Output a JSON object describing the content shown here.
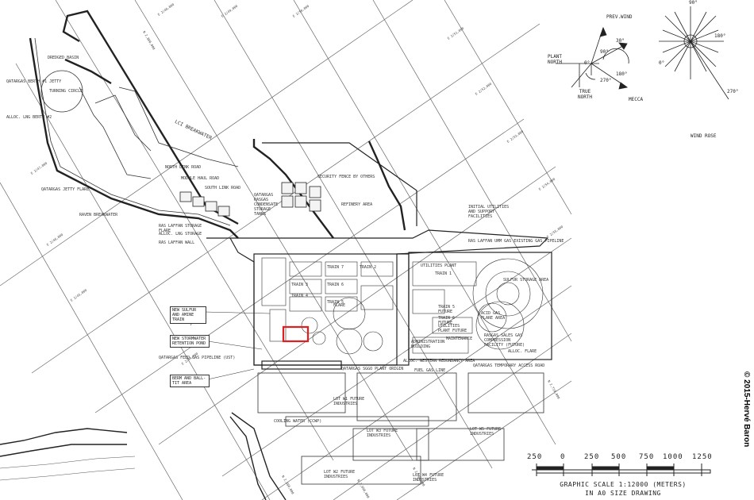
{
  "labels": {
    "breakwater": "LCI BREAKWATER",
    "north_link_road": "NORTH LINK ROAD",
    "south_link_road": "SOUTH LINK ROAD",
    "module_haul_road": "MODULE HAUL ROAD",
    "refinery_area": "REFINERY AREA",
    "security_fence": "SECURITY FENCE BY OTHERS",
    "rasgas_condensate": "QATARGAS RASGAS CONDENSATE STORAGE TANKS",
    "ral_gas_flare": "RAS LAFFAN STORAGE FLARE",
    "alloc_lng_storage": "ALLOC. LNG STORAGE",
    "ras_laffan_wall": "RAS LAFFAN WALL",
    "ras_laffan_pipeline": "RAS LAFFAN UMM GAS EXISTING GAS PIPELINE",
    "jetty_flare": "QATARGAS JETTY FLARE",
    "raven_breakwater": "RAVEN BREAKWATER",
    "berth1": "QATARGAS BERTH #1 JETTY",
    "berth2": "ALLOC. LNG BERTH #2",
    "dredged_basin": "DREDGED BASIN",
    "turning_circle": "TURNING CIRCLE",
    "train1": "TRAIN 1",
    "train2": "TRAIN 2",
    "train3": "TRAIN 3",
    "train4": "TRAIN 4",
    "train5": "TRAIN 5",
    "train6": "TRAIN 6",
    "train7": "TRAIN 7",
    "utilities_plant": "UTILITIES PLANT",
    "utilities_future": "UTILITIES PLANT FUTURE",
    "train5_future": "TRAIN 5 FUTURE",
    "train6_future": "TRAIN 6 FUTURE",
    "maintenance": "MAINTENANCE",
    "administration": "ADMINISTRATION BUILDING",
    "alloc_western_redundancy": "ALLOC. WESTERN REDUNDANCY AREA",
    "fuel_gas_line": "FUEL GAS LINE",
    "qatargas_temp_access": "QATARGAS TEMPORARY ACCESS ROAD",
    "qatargas_ocean_outfall": "QATARGAS FEED GAS PIPELINE (UST)",
    "feed_gas_pipeline": "QATARGAS FEED GAS PIPELINE",
    "initial_utilities": "INITIAL UTILITIES AND SUPPORT FACILITIES",
    "lot_w1": "LOT W1 FUTURE INDUSTRIES",
    "lot_w3": "LOT W3 FUTURE INDUSTRIES",
    "lot_w4": "LOT W4 FUTURE INDUSTRIES",
    "lot_w5": "LOT W5 FUTURE INDUSTRIES",
    "lot_w2": "LOT W2 FUTURE INDUSTRIES",
    "cooling_water": "COOLING WATER (CCWP)",
    "flare": "FLARE",
    "support_facilities": "SUPPORT FACILITIES",
    "sulfur_area": "SULFUR STORAGE AREA",
    "alloc_flare": "ALLOC. FLARE",
    "acid_gas_flare": "ACID GAS FLARE AREA",
    "rasgas_compression": "RASGAS SALES GAS COMPRESSION FACILITY (FUTURE)",
    "feed_gas_plant": "QATARGAS SGGO PLANT ORIGIN"
  },
  "callouts": {
    "new_sulfur": "NEW SULFUR AND AMINE TRAIN",
    "new_stormwater": "NEW STORMWATER RETENTION POND",
    "berm": "BERM AND BALL-TIT AREA"
  },
  "compass": {
    "prev_wind": "PREV.WIND",
    "plant_north": "PLANT NORTH",
    "true_north": "TRUE NORTH",
    "mecca": "MECCA",
    "deg_0": "0°",
    "deg_90": "90°",
    "deg_180": "180°",
    "deg_270": "270°",
    "angle_a": "30°"
  },
  "wind_rose": {
    "title": "WIND ROSE",
    "deg_90": "90°",
    "deg_180": "180°",
    "deg_0": "0°",
    "deg_270": "270°"
  },
  "scale_bar": {
    "ticks": [
      "250",
      "0",
      "250",
      "500",
      "750",
      "1000",
      "1250"
    ],
    "caption1": "GRAPHIC SCALE 1:12000 (METERS)",
    "caption2": "IN A0 SIZE DRAWING"
  },
  "copyright": "© 2015-Hervé Baron",
  "highlight_color": "#e02020"
}
